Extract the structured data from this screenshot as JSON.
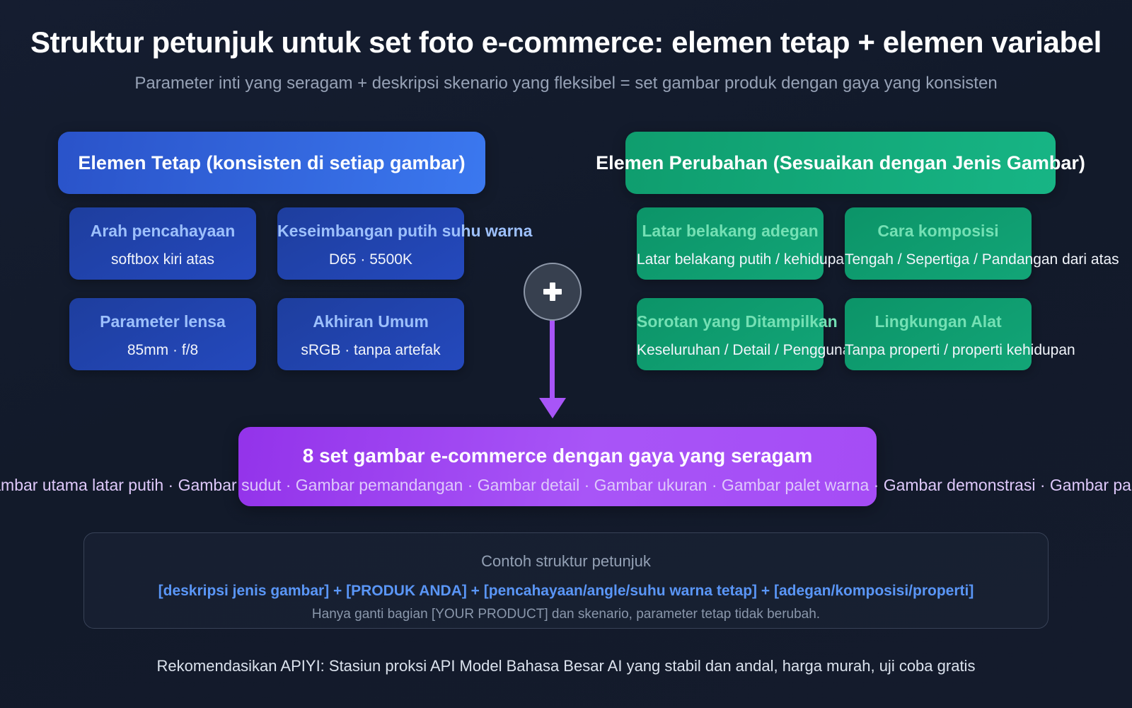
{
  "header": {
    "title": "Struktur petunjuk untuk set foto e-commerce: elemen tetap + elemen variabel",
    "subtitle": "Parameter inti yang seragam + deskripsi skenario yang fleksibel = set gambar produk dengan gaya yang konsisten"
  },
  "columns": {
    "fixed": {
      "header": "Elemen Tetap (konsisten di setiap gambar)",
      "accent": "#3b78ef",
      "cards": [
        {
          "title": "Arah pencahayaan",
          "subtitle": "softbox kiri atas"
        },
        {
          "title": "Keseimbangan putih suhu warna",
          "subtitle": "D65 · 5500K"
        },
        {
          "title": "Parameter lensa",
          "subtitle": "85mm · f/8"
        },
        {
          "title": "Akhiran Umum",
          "subtitle": "sRGB · tanpa artefak"
        }
      ]
    },
    "variable": {
      "header": "Elemen Perubahan (Sesuaikan dengan Jenis Gambar)",
      "accent": "#12a577",
      "cards": [
        {
          "title": "Latar belakang adegan",
          "subtitle": "Latar belakang putih / kehidupan"
        },
        {
          "title": "Cara komposisi",
          "subtitle": "Tengah / Sepertiga / Pandangan dari atas"
        },
        {
          "title": "Sorotan yang Ditampilkan",
          "subtitle": "Keseluruhan / Detail / Penggunaan"
        },
        {
          "title": "Lingkungan Alat",
          "subtitle": "Tanpa properti / properti kehidupan"
        }
      ]
    }
  },
  "connector": {
    "symbol": "+",
    "arrow_color": "#a855f7"
  },
  "result": {
    "title": "8 set gambar e-commerce dengan gaya yang seragam",
    "accent": "#a855f7",
    "list": "Gambar utama latar putih · Gambar sudut · Gambar pemandangan · Gambar detail · Gambar ukuran · Gambar palet warna · Gambar demonstrasi · Gambar paket"
  },
  "example": {
    "label": "Contoh struktur petunjuk",
    "formula": "[deskripsi jenis gambar] + [PRODUK ANDA] + [pencahayaan/angle/suhu warna tetap] + [adegan/komposisi/properti]",
    "note": "Hanya ganti bagian [YOUR PRODUCT] dan skenario, parameter tetap tidak berubah.",
    "formula_color": "#5a96f7"
  },
  "footer": {
    "note": "Rekomendasikan APIYI: Stasiun proksi API Model Bahasa Besar AI yang stabil dan andal, harga murah, uji coba gratis"
  }
}
